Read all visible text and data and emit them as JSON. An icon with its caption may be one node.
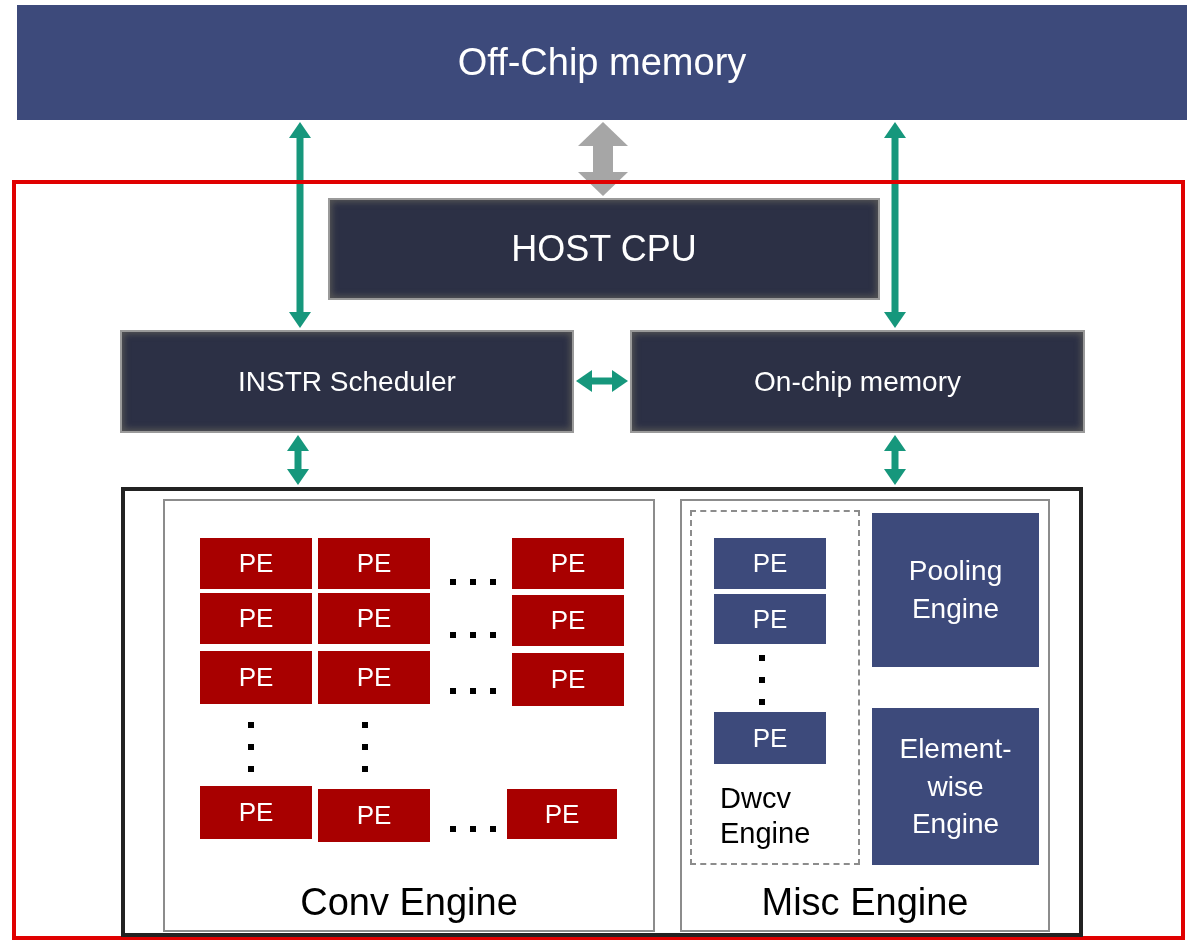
{
  "diagram": {
    "nodes": [
      {
        "text": [
          "Off-Chip memory"
        ]
      },
      {
        "text": [],
        "shape": "box"
      },
      {
        "text": [
          "HOST CPU"
        ],
        "in": 1
      },
      {
        "text": [
          "INSTR Scheduler"
        ],
        "in": 1
      },
      {
        "text": [
          "On-chip memory"
        ],
        "in": 1
      },
      {
        "text": [],
        "shape": "box",
        "in": 1
      },
      {
        "text": [
          "Conv Engine"
        ],
        "in": 5
      },
      {
        "text": [
          "PE"
        ],
        "in": 6
      },
      {
        "text": [
          "PE"
        ],
        "in": 6
      },
      {
        "text": [
          "PE"
        ],
        "in": 6
      },
      {
        "text": [
          "PE"
        ],
        "in": 6
      },
      {
        "text": [
          "PE"
        ],
        "in": 6
      },
      {
        "text": [
          "PE"
        ],
        "in": 6
      },
      {
        "text": [
          "PE"
        ],
        "in": 6
      },
      {
        "text": [
          "PE"
        ],
        "in": 6
      },
      {
        "text": [
          "PE"
        ],
        "in": 6
      },
      {
        "text": [
          "PE"
        ],
        "in": 6
      },
      {
        "text": [
          "PE"
        ],
        "in": 6
      },
      {
        "text": [
          "PE"
        ],
        "in": 6
      },
      {
        "text": [
          "Misc Engine"
        ],
        "in": 5
      },
      {
        "text": [
          "Dwcv Engine"
        ],
        "in": 19
      },
      {
        "text": [
          "PE"
        ],
        "in": 20
      },
      {
        "text": [
          "PE"
        ],
        "in": 20
      },
      {
        "text": [
          "PE"
        ],
        "in": 20
      },
      {
        "text": [
          "Pooling Engine"
        ],
        "in": 19
      },
      {
        "text": [
          "Element-wise Engine"
        ],
        "in": 19
      }
    ],
    "edges": [
      {
        "from": 0,
        "to": 3,
        "arrow": "both"
      },
      {
        "from": 0,
        "to": 2,
        "arrow": "both",
        "style": "thick",
        "color": "#a6a6a6"
      },
      {
        "from": 0,
        "to": 4,
        "arrow": "both"
      },
      {
        "from": 3,
        "to": 4,
        "arrow": "both"
      },
      {
        "from": 3,
        "to": 5,
        "arrow": "both"
      },
      {
        "from": 4,
        "to": 5,
        "arrow": "both"
      }
    ]
  }
}
